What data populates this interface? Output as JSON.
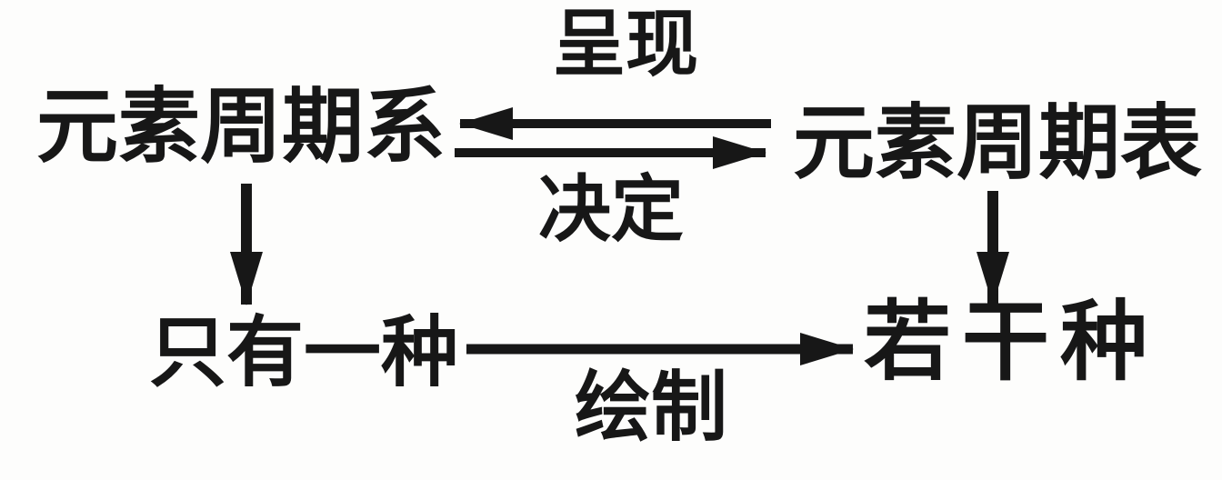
{
  "diagram": {
    "nodes": {
      "periodic_system": "元素周期系",
      "periodic_table": "元素周期表",
      "only_one_kind": "只有一种",
      "several_kinds": "若干种"
    },
    "edge_labels": {
      "present": "呈现",
      "determine": "决定",
      "draw": "绘制"
    },
    "colors": {
      "ink": "#171717",
      "background": "#fdfdfc"
    }
  }
}
